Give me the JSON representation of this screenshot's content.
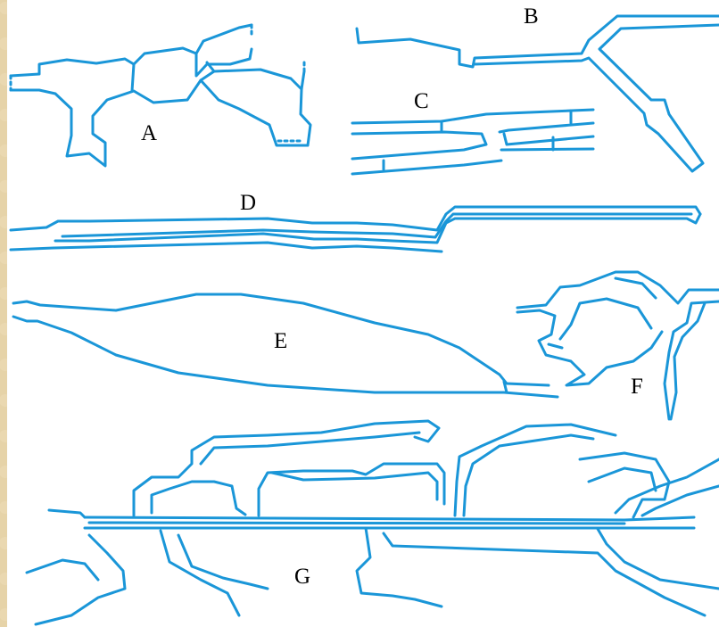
{
  "diagram": {
    "panels": [
      {
        "id": "A",
        "label": "A"
      },
      {
        "id": "B",
        "label": "B"
      },
      {
        "id": "C",
        "label": "C"
      },
      {
        "id": "D",
        "label": "D"
      },
      {
        "id": "E",
        "label": "E"
      },
      {
        "id": "F",
        "label": "F"
      },
      {
        "id": "G",
        "label": "G"
      }
    ],
    "colors": {
      "background": "#e6d3a8",
      "stroke": "#1a96d8",
      "label": "#000000"
    }
  }
}
